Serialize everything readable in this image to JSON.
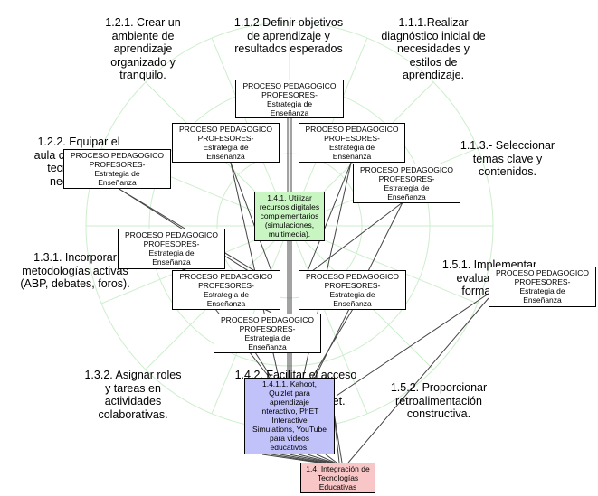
{
  "labels": {
    "l121": "1.2.1. Crear un ambiente de aprendizaje organizado y tranquilo.",
    "l112": "1.1.2.Definir objetivos de aprendizaje y resultados esperados",
    "l111": "1.1.1.Realizar diagnóstico inicial de necesidades y estilos de aprendizaje.",
    "l122": "1.2.2. Equipar el aula con recursos tecnológicos necesarios.",
    "l113": "1.1.3.- Seleccionar temas clave y contenidos.",
    "l131": "1.3.1. Incorporar metodologías activas (ABP, debates, foros).",
    "l151": "1.5.1. Implementar evaluaciones formativas.",
    "l132": "1.3.2. Asignar roles y tareas en actividades colaborativas.",
    "l142": "1.4.2. Facilitar el acceso a dispositivos y conexión a internet.",
    "l152": "1.5.2. Proporcionar retroalimentación constructiva."
  },
  "process_box": {
    "line1": "PROCESO PEDAGOGICO",
    "line2": "PROFESORES-",
    "line3": "Estrategia de",
    "line4": "Enseñanza"
  },
  "tool_node": {
    "l1": "1.4.1. Utilizar",
    "l2": "recursos digitales",
    "l3": "complementarios",
    "l4": "(simulaciones,",
    "l5": "multimedia)."
  },
  "resources_node": {
    "l1": "1.4.1.1. Kahoot,",
    "l2": "Quizlet para",
    "l3": "aprendizaje",
    "l4": "interactivo, PhET",
    "l5": "Interactive",
    "l6": "Simulations, YouTube",
    "l7": "para videos",
    "l8": "educativos."
  },
  "root_node": {
    "l1": "1.4. Integración de",
    "l2": "Tecnologías",
    "l3": "Educativas"
  },
  "colors": {
    "tool_fill": "#c9f5c2",
    "resources_fill": "#c2c2fb",
    "root_fill": "#f8c6c6",
    "wheel": "#cdeecd"
  }
}
